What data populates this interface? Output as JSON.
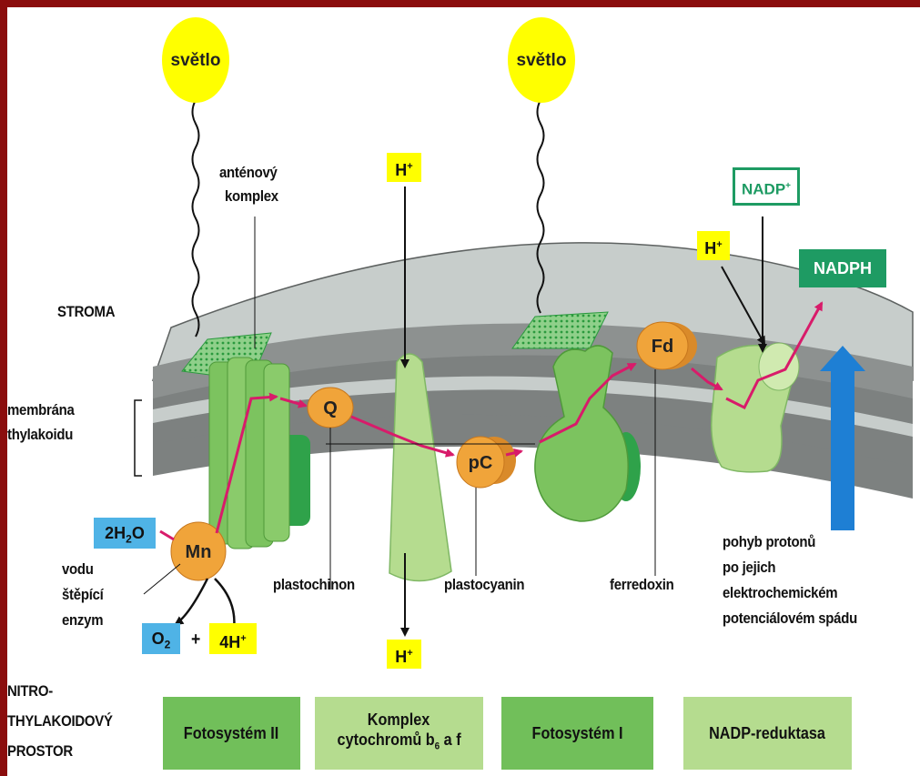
{
  "labels": {
    "light_1": "světlo",
    "light_2": "světlo",
    "antenna": [
      "anténový",
      "komplex"
    ],
    "stroma": "STROMA",
    "membrane": [
      "membrána",
      "thylakoidu"
    ],
    "q": "Q",
    "pc": "pC",
    "fd": "Fd",
    "mn": "Mn",
    "plastoquinone": "plastochinon",
    "plastocyanin": "plastocyanin",
    "ferredoxin": "ferredoxin",
    "enzyme": [
      "vodu",
      "štěpící",
      "enzym"
    ],
    "proton_motion": [
      "pohyb protonů",
      "po jejich",
      "elektrochemickém",
      "potenciálovém spádu"
    ],
    "lumen": [
      "NITRO-",
      "THYLAKOIDOVÝ",
      "PROSTOR"
    ]
  },
  "species": {
    "h_top": "H",
    "h_top_sup": "+",
    "h_bottom": "H",
    "h_bottom_sup": "+",
    "h_right": "H",
    "h_right_sup": "+",
    "water": "2H",
    "water_sub": "2",
    "water_tail": "O",
    "oxygen": "O",
    "oxygen_sub": "2",
    "plus": "+",
    "four_h": "4H",
    "four_h_sup": "+",
    "nadp": "NADP",
    "nadp_sup": "+",
    "nadph": "NADPH"
  },
  "legend": {
    "ps2": "Fotosystém II",
    "cytb6f_line1": "Komplex",
    "cytb6f_line2": "cytochromů b",
    "cytb6f_sub": "6",
    "cytb6f_tail": " a f",
    "ps1": "Fotosystém I",
    "nadp_reductase": "NADP-reduktasa"
  },
  "colors": {
    "frame": "#8b0d0d",
    "membrane_face": "#c7cdcb",
    "membrane_side": "#7d8180",
    "protein_dark": "#7cc35f",
    "protein_light": "#b5dc8f",
    "carrier": "#f0a43a",
    "electron_arrow": "#d81b6a",
    "proton_arrow": "#1e7fd4",
    "light_yellow": "#ffff00",
    "nadp_green": "#1e9b63"
  }
}
